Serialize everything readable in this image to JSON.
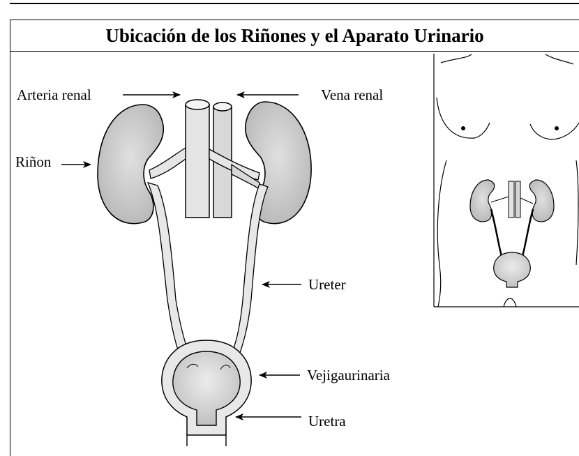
{
  "title": "Ubicación de los Riñones y el Aparato Urinario",
  "labels": {
    "renal_artery": "Arteria renal",
    "renal_vein": "Vena renal",
    "kidney": "Riñon",
    "ureter": "Ureter",
    "bladder": "Vejigaurinaria",
    "urethra": "Uretra"
  },
  "colors": {
    "organ_fill": "#c8c8c8",
    "vessel_fill": "#e6e6e6",
    "line": "#000000"
  }
}
